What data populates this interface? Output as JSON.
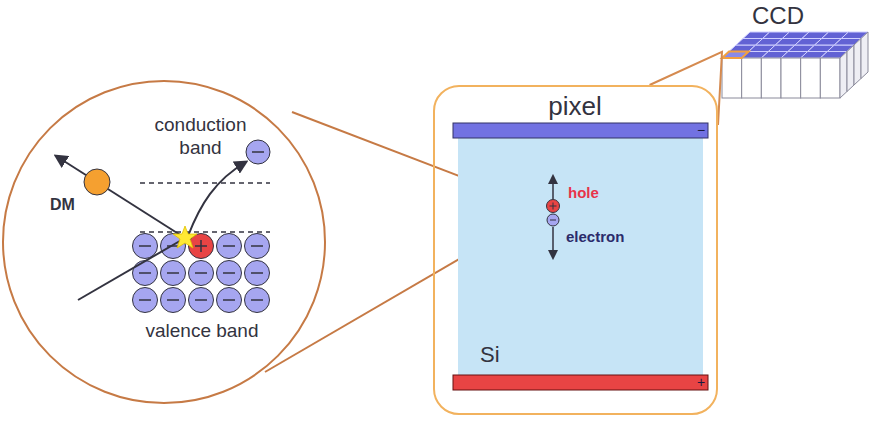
{
  "diagram": {
    "nodes": [
      {
        "text": [
          "conduction band",
          "DM",
          "valence band"
        ]
      },
      {
        "text": [
          "pixel"
        ]
      },
      {
        "text": [
          "Si"
        ],
        "in": 1
      },
      {
        "text": [
          "CCD"
        ]
      }
    ],
    "edges": [
      {
        "from": 1,
        "to": 3,
        "arrow": "none"
      }
    ],
    "labels": [
      "hole",
      "electron",
      "−",
      "+"
    ]
  }
}
